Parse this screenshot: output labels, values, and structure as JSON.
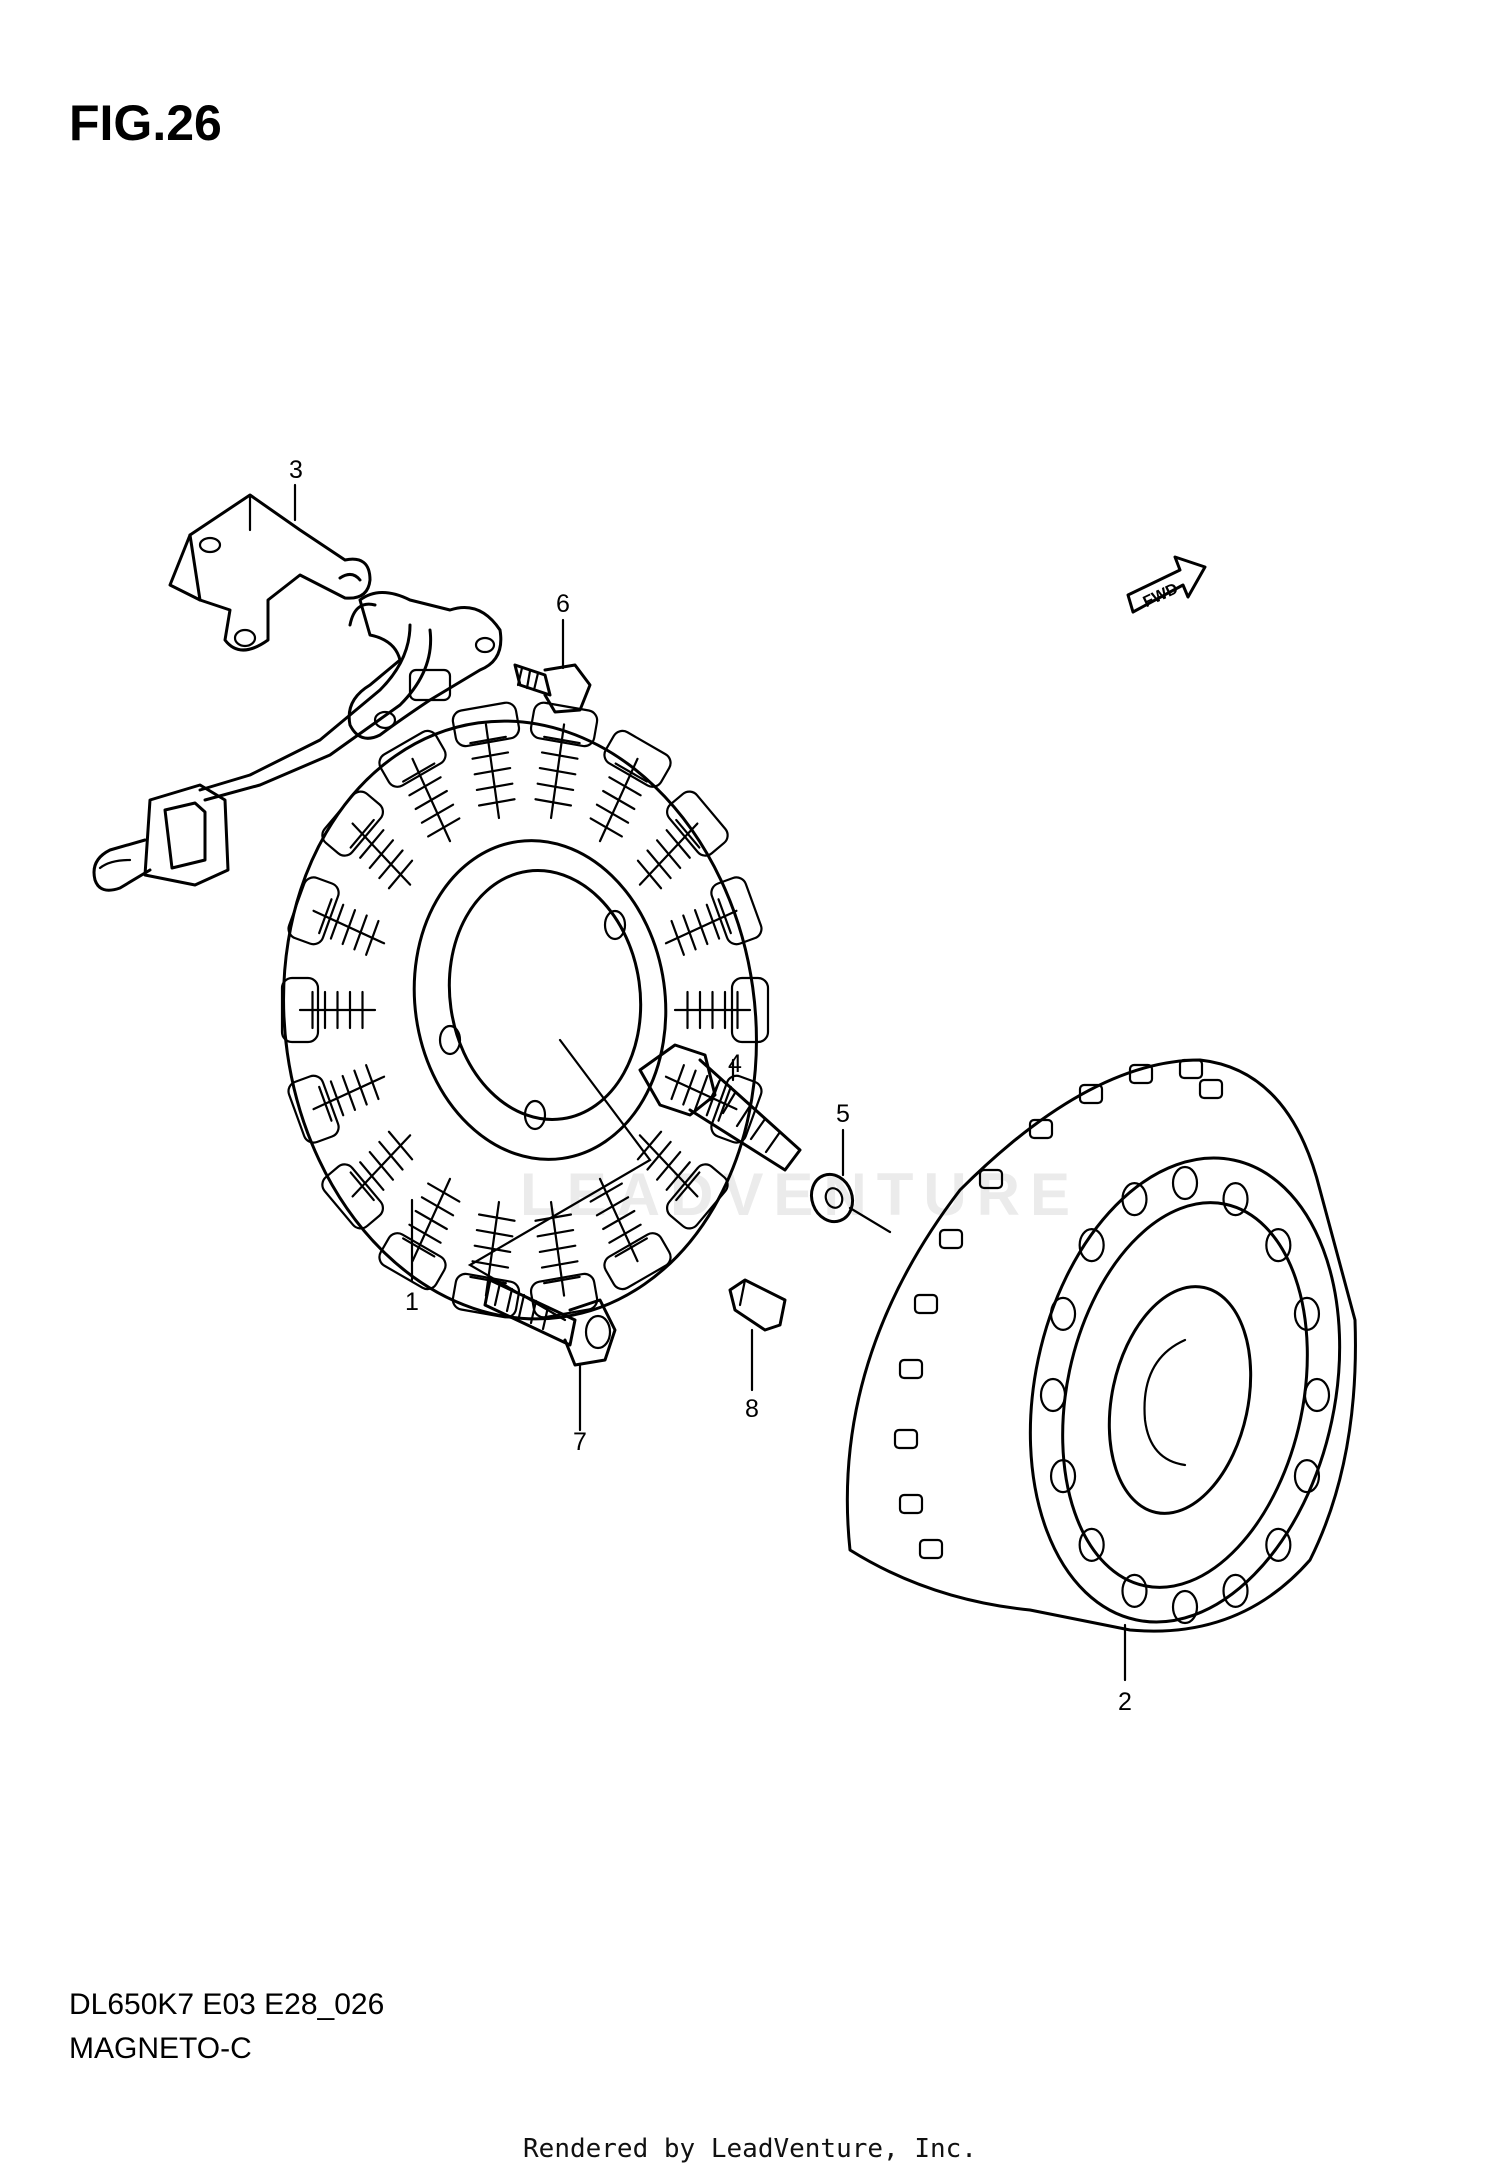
{
  "figure": {
    "title": "FIG.26",
    "model_code": "DL650K7 E03 E28_026",
    "section": "MAGNETO-C",
    "footer": "Rendered by LeadVenture, Inc.",
    "watermark": "LEADVENTURE",
    "direction_label": "FWD"
  },
  "callouts": [
    "1",
    "2",
    "3",
    "4",
    "5",
    "6",
    "7",
    "8"
  ],
  "parts": [
    {
      "callout": "1",
      "icon": "stator-coil-icon"
    },
    {
      "callout": "2",
      "icon": "rotor-flywheel-icon"
    },
    {
      "callout": "3",
      "icon": "bracket-icon"
    },
    {
      "callout": "4",
      "icon": "rotor-bolt-icon"
    },
    {
      "callout": "5",
      "icon": "washer-icon"
    },
    {
      "callout": "6",
      "icon": "screw-icon"
    },
    {
      "callout": "7",
      "icon": "stator-bolt-icon"
    },
    {
      "callout": "8",
      "icon": "key-icon"
    }
  ],
  "colors": {
    "line": "#000000",
    "background": "#ffffff",
    "watermark": "#ebebeb"
  }
}
